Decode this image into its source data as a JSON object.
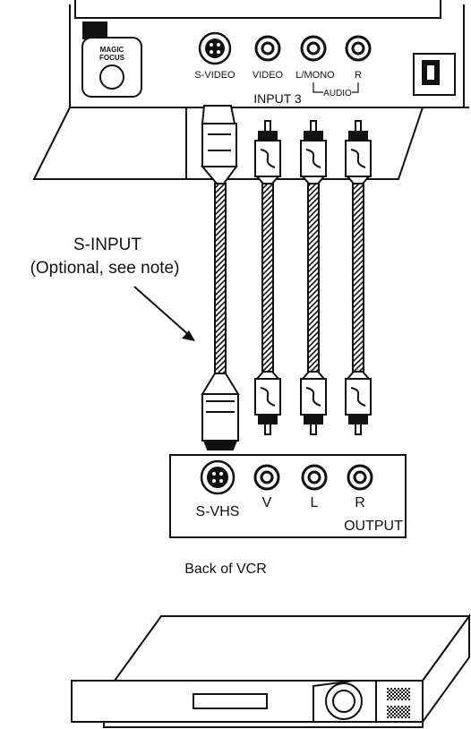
{
  "tv_panel": {
    "magic_focus_line1": "MAGIC",
    "magic_focus_line2": "FOCUS",
    "jacks": {
      "svideo": "S-VIDEO",
      "video": "VIDEO",
      "lmono": "L/MONO",
      "r": "R"
    },
    "audio_label": "AUDIO",
    "input_label": "INPUT 3"
  },
  "annotation": {
    "line1": "S-INPUT",
    "line2": "(Optional, see note)"
  },
  "vcr_panel": {
    "jacks": {
      "svhs": "S-VHS",
      "v": "V",
      "l": "L",
      "r": "R"
    },
    "output_label": "OUTPUT"
  },
  "caption": "Back of VCR",
  "icons": [
    "s-video-jack-icon",
    "rca-jack-icon",
    "rca-plug-icon",
    "s-video-plug-icon",
    "vcr-icon",
    "arrow-icon"
  ]
}
